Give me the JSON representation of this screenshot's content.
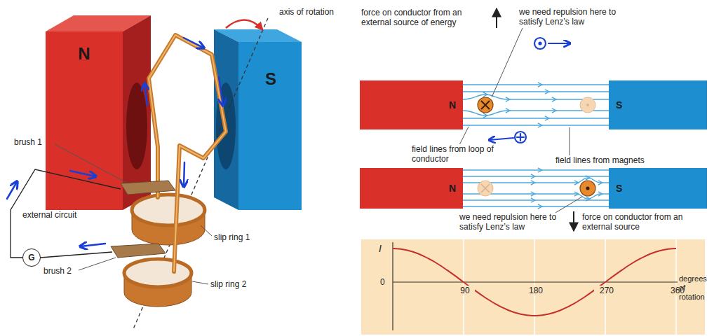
{
  "diagram": {
    "nodes": [
      {
        "text": [
          "N"
        ]
      },
      {
        "text": [
          "S"
        ]
      },
      {
        "text": [
          "G"
        ]
      },
      {
        "text": [
          "N"
        ]
      },
      {
        "text": [
          "S"
        ]
      },
      {
        "text": [
          "N"
        ]
      },
      {
        "text": [
          "S"
        ]
      }
    ],
    "labels": [
      "axis of rotation",
      "brush 1",
      "external circuit",
      "brush 2",
      "slip ring 1",
      "slip ring 2",
      "force on conductor from an external source of energy",
      "we need repulsion here to satisfy Lenz’s law",
      "field lines from loop of conductor",
      "field lines from magnets",
      "we need repulsion here to satisfy Lenz’s law",
      "force on conductor from an external source",
      "I",
      "0",
      "90",
      "180",
      "270",
      "360",
      "degrees of rotation"
    ]
  }
}
